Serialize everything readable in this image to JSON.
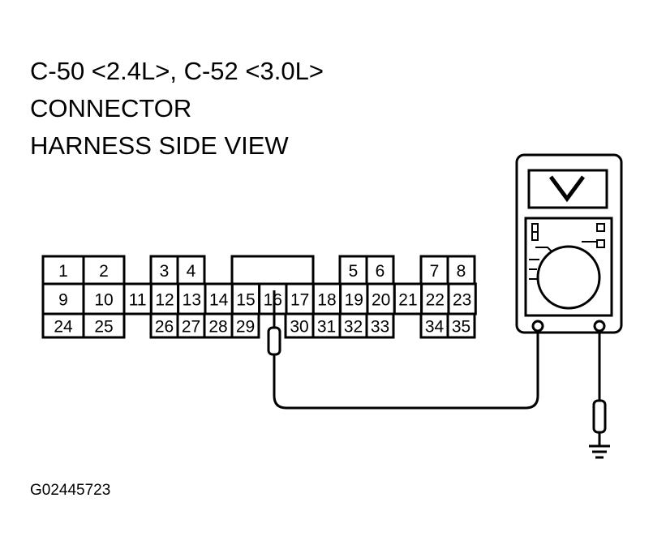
{
  "header": {
    "line1": "C-50 <2.4L>, C-52 <3.0L>",
    "line2": "CONNECTOR",
    "line3": "HARNESS SIDE VIEW"
  },
  "figure_code": "G02445723",
  "connector": {
    "row1": [
      "1",
      "2",
      "3",
      "4",
      "5",
      "6",
      "7",
      "8"
    ],
    "row2": [
      "9",
      "10",
      "11",
      "12",
      "13",
      "14",
      "15",
      "16",
      "17",
      "18",
      "19",
      "20",
      "21",
      "22",
      "23"
    ],
    "row3": [
      "24",
      "25",
      "26",
      "27",
      "28",
      "29",
      "30",
      "31",
      "32",
      "33",
      "34",
      "35"
    ],
    "probe_pin": "16"
  },
  "multimeter": {
    "display_glyph": "V",
    "mode": "voltmeter"
  },
  "ground_icon": "ground-symbol-icon",
  "colors": {
    "line": "#000000",
    "background": "#ffffff"
  }
}
